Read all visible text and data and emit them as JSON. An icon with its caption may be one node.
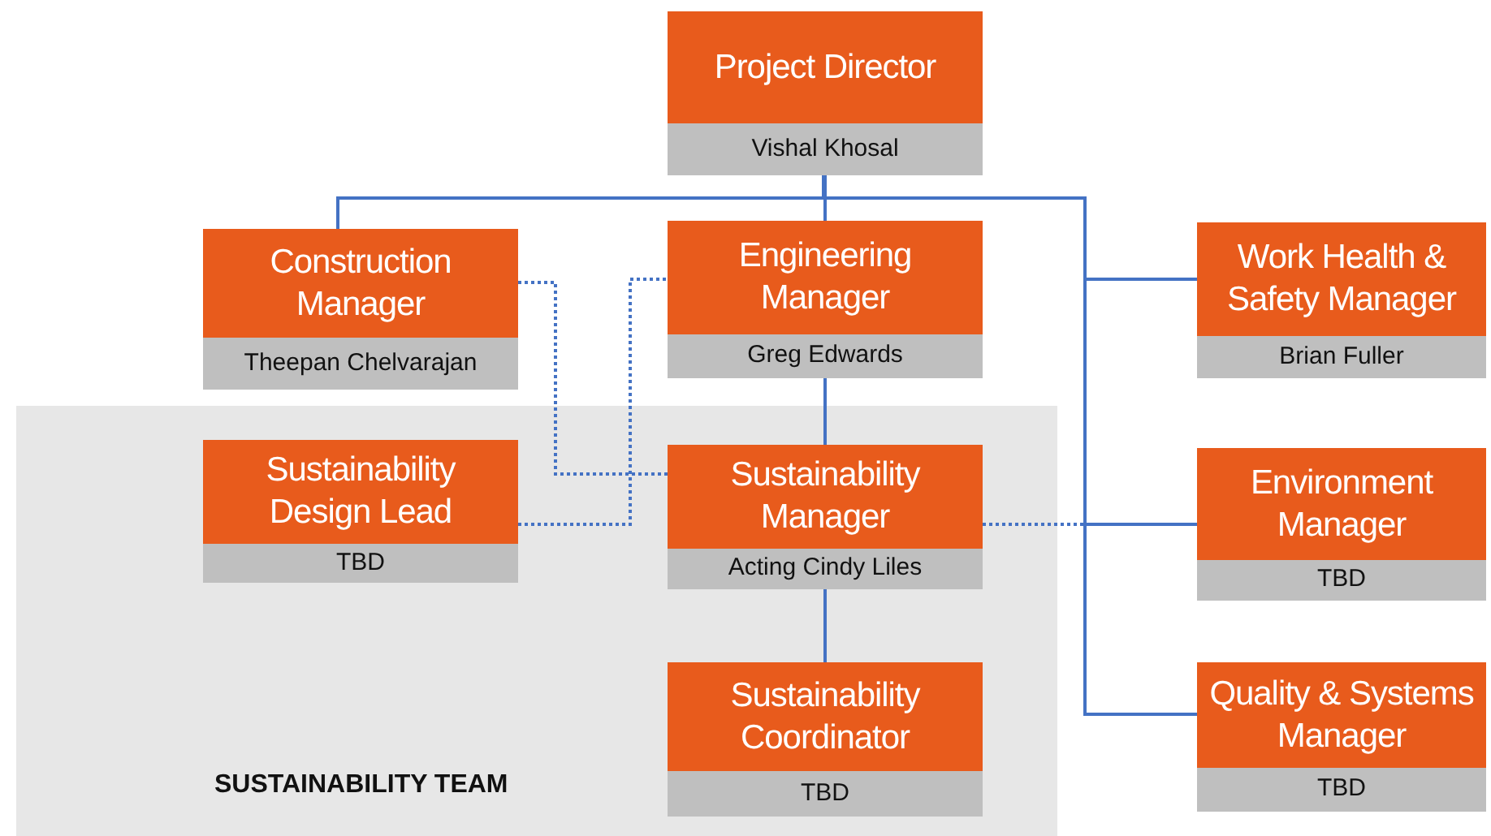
{
  "diagram": {
    "nodes": [
      {
        "text": [
          "Project Director",
          "Vishal Khosal"
        ]
      },
      {
        "text": [
          "Construction Manager",
          "Theepan Chelvarajan"
        ]
      },
      {
        "text": [
          "Engineering Manager",
          "Greg Edwards"
        ]
      },
      {
        "text": [
          "Work Health & Safety  Manager",
          "Brian Fuller"
        ]
      },
      {
        "text": [
          "SUSTAINABILITY TEAM"
        ]
      },
      {
        "text": [
          "Sustainability Design Lead",
          "TBD"
        ],
        "in": 4
      },
      {
        "text": [
          "Sustainability Manager",
          "Acting Cindy Liles"
        ],
        "in": 4
      },
      {
        "text": [
          "Sustainability Coordinator",
          "TBD"
        ],
        "in": 4
      },
      {
        "text": [
          "Environment Manager",
          "TBD"
        ]
      },
      {
        "text": [
          "Quality & Systems Manager",
          "TBD"
        ]
      }
    ],
    "edges": [
      {
        "from": 0,
        "to": 1,
        "arrow": "none"
      },
      {
        "from": 0,
        "to": 2,
        "arrow": "none"
      },
      {
        "from": 0,
        "to": 3,
        "arrow": "none"
      },
      {
        "from": 0,
        "to": 8,
        "arrow": "none"
      },
      {
        "from": 0,
        "to": 9,
        "arrow": "none"
      },
      {
        "from": 2,
        "to": 6,
        "arrow": "none"
      },
      {
        "from": 6,
        "to": 7,
        "arrow": "none"
      },
      {
        "from": 1,
        "to": 6,
        "arrow": "none",
        "style": "dashed"
      },
      {
        "from": 5,
        "to": 2,
        "arrow": "none",
        "style": "dashed"
      },
      {
        "from": 6,
        "to": 8,
        "arrow": "none",
        "style": "dashed"
      }
    ]
  }
}
